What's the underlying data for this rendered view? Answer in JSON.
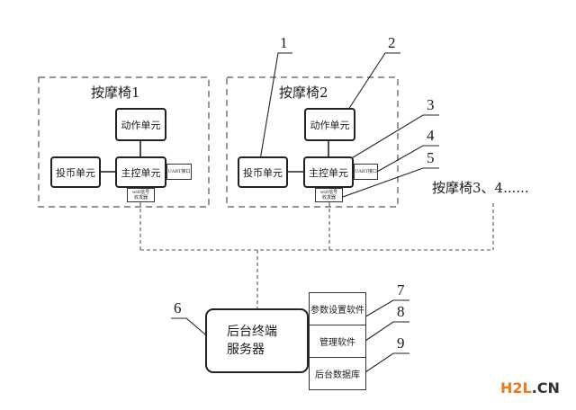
{
  "chairs": [
    {
      "title": "按摩椅1",
      "action_unit": "动作单元",
      "coin_unit": "投币单元",
      "main_control": "主控单元",
      "uart": "UART接口",
      "wifi_line1": "wifi信号",
      "wifi_line2": "收发器"
    },
    {
      "title": "按摩椅2",
      "action_unit": "动作单元",
      "coin_unit": "投币单元",
      "main_control": "主控单元",
      "uart": "UART接口",
      "wifi_line1": "wifi信号",
      "wifi_line2": "收发器"
    }
  ],
  "more_chairs": "按摩椅3、4......",
  "server": {
    "line1": "后台终端",
    "line2": "服务器"
  },
  "software_stack": [
    "参数设置软件",
    "管理软件",
    "后台数据库"
  ],
  "callouts": [
    "1",
    "2",
    "3",
    "4",
    "5",
    "6",
    "7",
    "8",
    "9"
  ],
  "watermark": {
    "part1": "H2L",
    "part2": ".CN",
    "color1": "#f07a1a",
    "color2": "#333333"
  }
}
